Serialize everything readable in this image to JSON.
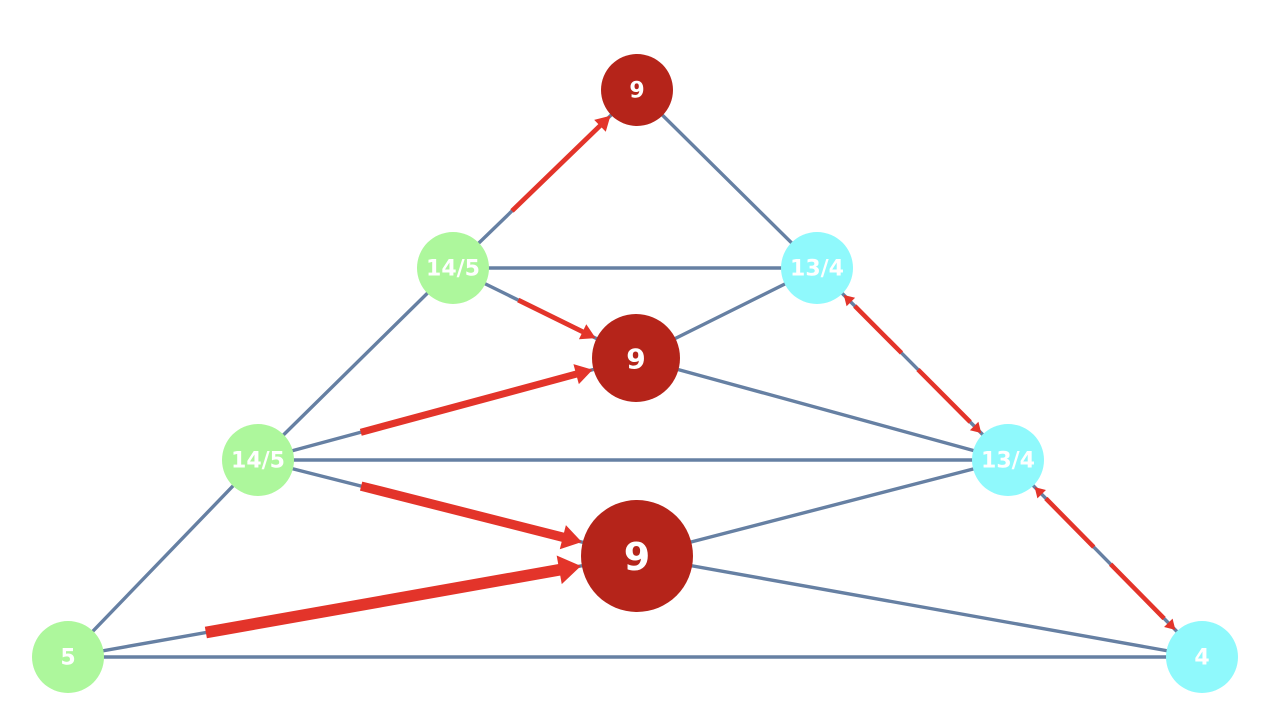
{
  "nodes": [
    {
      "id": "top",
      "label": "9",
      "color": "#b5241a"
    },
    {
      "id": "green-upper",
      "label": "14/5",
      "color": "#adf79c"
    },
    {
      "id": "cyan-upper",
      "label": "13/4",
      "color": "#8ff9fc"
    },
    {
      "id": "center-upper",
      "label": "9",
      "color": "#b5241a"
    },
    {
      "id": "green-middle",
      "label": "14/5",
      "color": "#adf79c"
    },
    {
      "id": "cyan-middle",
      "label": "13/4",
      "color": "#8ff9fc"
    },
    {
      "id": "center-lower",
      "label": "9",
      "color": "#b5241a"
    },
    {
      "id": "bottom-left",
      "label": "5",
      "color": "#adf79c"
    },
    {
      "id": "bottom-right",
      "label": "4",
      "color": "#8ff9fc"
    }
  ],
  "edges": [
    [
      "top",
      "green-upper"
    ],
    [
      "top",
      "cyan-upper"
    ],
    [
      "green-upper",
      "cyan-upper"
    ],
    [
      "green-upper",
      "center-upper"
    ],
    [
      "cyan-upper",
      "center-upper"
    ],
    [
      "green-upper",
      "green-middle"
    ],
    [
      "cyan-upper",
      "cyan-middle"
    ],
    [
      "green-middle",
      "center-upper"
    ],
    [
      "cyan-middle",
      "center-upper"
    ],
    [
      "green-middle",
      "cyan-middle"
    ],
    [
      "green-middle",
      "center-lower"
    ],
    [
      "cyan-middle",
      "center-lower"
    ],
    [
      "green-middle",
      "bottom-left"
    ],
    [
      "cyan-middle",
      "bottom-right"
    ],
    [
      "bottom-left",
      "center-lower"
    ],
    [
      "bottom-right",
      "center-lower"
    ],
    [
      "bottom-left",
      "bottom-right"
    ]
  ],
  "flows": [
    {
      "from": "green-upper",
      "to": "top",
      "weight": 1
    },
    {
      "from": "green-upper",
      "to": "center-upper",
      "weight": 1
    },
    {
      "from": "green-middle",
      "to": "center-upper",
      "weight": 2
    },
    {
      "from": "green-middle",
      "to": "center-lower",
      "weight": 3
    },
    {
      "from": "bottom-left",
      "to": "center-lower",
      "weight": 4
    },
    {
      "from": "cyan-middle",
      "to": "cyan-upper",
      "weight": 1,
      "bidirectional": true
    },
    {
      "from": "bottom-right",
      "to": "cyan-middle",
      "weight": 1,
      "bidirectional": true
    }
  ],
  "colors": {
    "edge": "#6680a3",
    "flow": "#e3342a"
  }
}
